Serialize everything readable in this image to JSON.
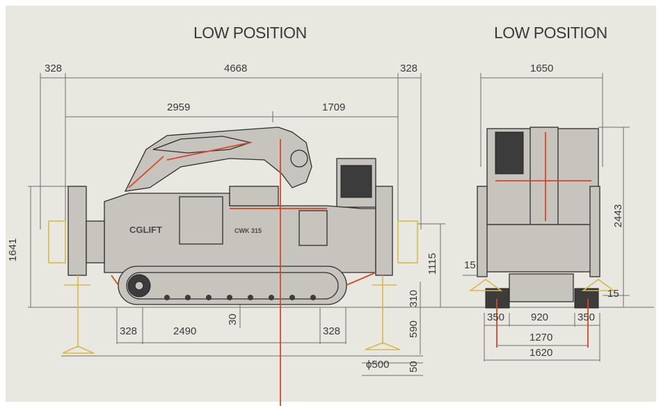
{
  "titles": {
    "side_view": "LOW POSITION",
    "front_view": "LOW POSITION"
  },
  "side_view": {
    "logo_text": "CGLIFT",
    "model_text": "CWK 315",
    "dims": {
      "outrigger_left": "328",
      "overall_width": "4668",
      "outrigger_right": "328",
      "rear_section": "2959",
      "front_section": "1709",
      "height": "1641",
      "outrigger_height": "1115",
      "ground_to_base": "310",
      "ground_clearance": "30",
      "track_pad_left": "328",
      "track_length": "2490",
      "track_pad_right": "328",
      "leg_extension": "590",
      "pad_diameter": "ϕ500",
      "pad_thickness": "50"
    }
  },
  "front_view": {
    "dims": {
      "overall_width": "1650",
      "overall_height": "2443",
      "left_gap": "15",
      "right_gap": "15",
      "track_left": "350",
      "track_gap": "920",
      "track_right": "350",
      "track_span": "1270",
      "total_width": "1620"
    }
  },
  "colors": {
    "background": "#e8e7e0",
    "accent": "#d8452a",
    "pad": "#d8b84a",
    "lines": "#6e6e6e"
  }
}
